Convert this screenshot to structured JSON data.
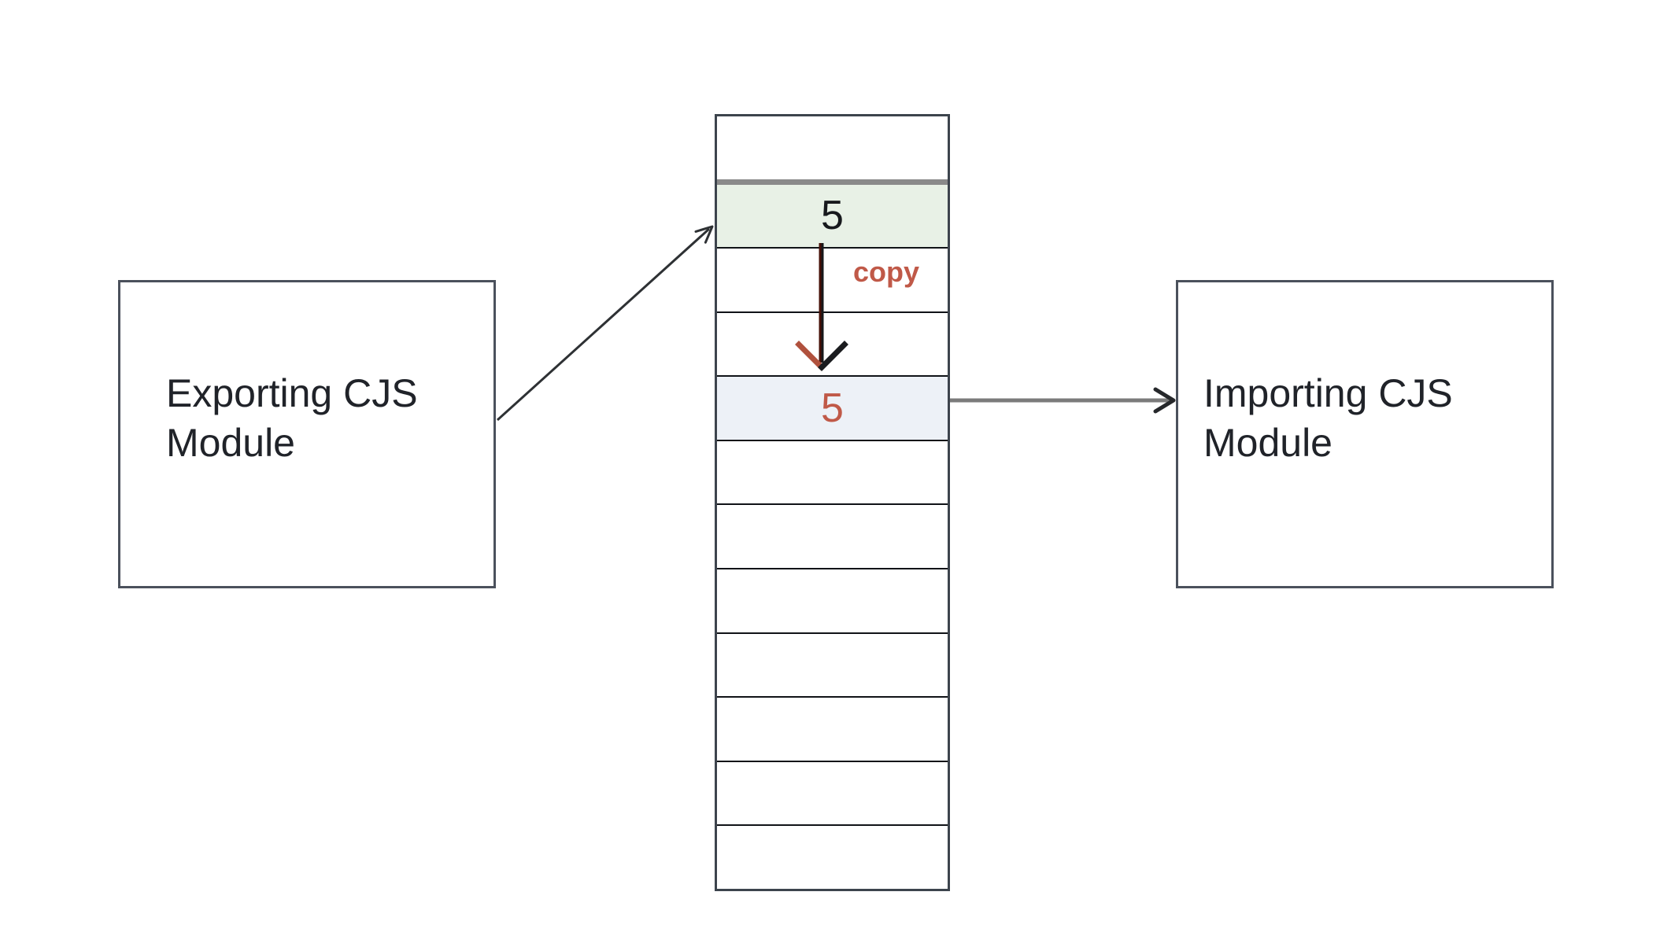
{
  "diagram": {
    "left_box": {
      "label": "Exporting CJS Module"
    },
    "right_box": {
      "label": "Importing CJS Module"
    },
    "memory": {
      "rows": 12,
      "exported_cell": {
        "row": 2,
        "value": "5"
      },
      "imported_cell": {
        "row": 5,
        "value": "5"
      },
      "copy_label": "copy"
    },
    "colors": {
      "exported_cell_bg": "#e8f1e6",
      "imported_cell_bg": "#edf1f7",
      "copy_accent": "#c05948",
      "original_value_ink": "#17191d",
      "separator_gray": "#8a8a8a",
      "import_arrow_gray": "#7b7b7b",
      "box_border": "#4b515c",
      "column_border": "#3d444d"
    }
  }
}
